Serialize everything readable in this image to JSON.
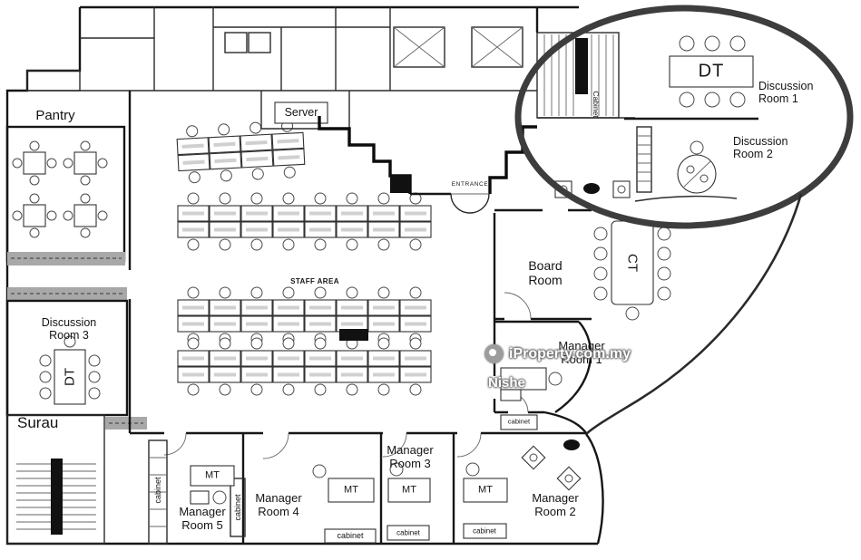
{
  "rooms": {
    "pantry": "Pantry",
    "server": "Server",
    "discussion_room_1": "Discussion\nRoom 1",
    "discussion_room_2": "Discussion\nRoom 2",
    "discussion_room_3": "Discussion\nRoom 3",
    "board_room": "Board\nRoom",
    "manager_room_1": "Manager\nRoom 1",
    "manager_room_2": "Manager\nRoom 2",
    "manager_room_3": "Manager\nRoom 3",
    "manager_room_4": "Manager\nRoom 4",
    "manager_room_5": "Manager\nRoom 5",
    "surau": "Surau",
    "staff_area": "STAFF AREA",
    "entrance": "ENTRANCE"
  },
  "furniture_labels": {
    "discussion_table": "DT",
    "conference_table": "CT",
    "manager_table": "MT",
    "cabinet": "cabinet",
    "cabinet_titlecase": "Cabinet"
  },
  "watermark": {
    "brand": "iProperty.com.my",
    "agent_name": "Nishe"
  },
  "colors": {
    "wall": "#161616",
    "curved_facade": "#3d3d3d",
    "hatch_band": "#a8a8a8",
    "watermark_text": "#ffffff",
    "watermark_logo": "#9c9c9c"
  }
}
